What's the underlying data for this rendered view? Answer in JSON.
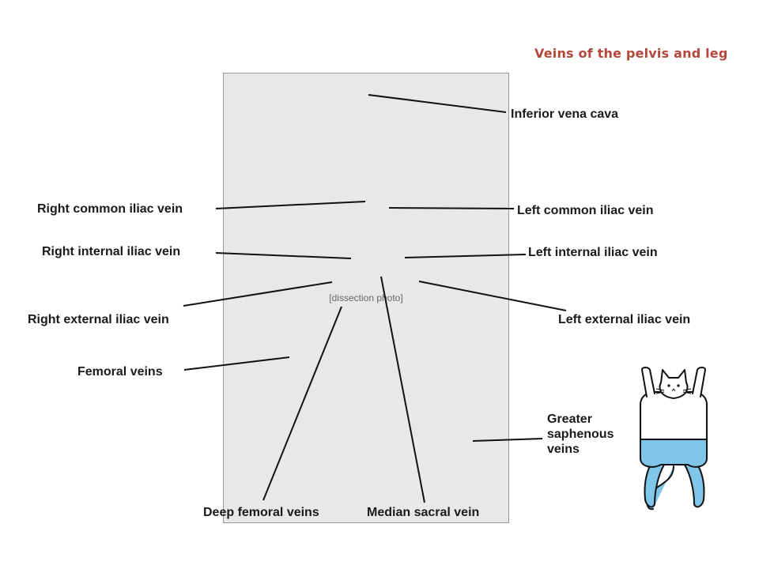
{
  "title": "Veins of the pelvis and leg",
  "photo_placeholder": "[dissection photo]",
  "labels": {
    "ivc": "Inferior vena cava",
    "right_common": "Right common iliac vein",
    "left_common": "Left common iliac vein",
    "right_internal": "Right internal iliac vein",
    "left_internal": "Left internal iliac vein",
    "right_external": "Right external iliac vein",
    "left_external": "Left external iliac vein",
    "femoral": "Femoral veins",
    "greater_saphenous": "Greater saphenous veins",
    "deep_femoral": "Deep femoral veins",
    "median_sacral": "Median sacral vein"
  },
  "colors": {
    "title": "#b5473a",
    "cat_fill": "#7fc6ea",
    "leader": "#111111"
  }
}
